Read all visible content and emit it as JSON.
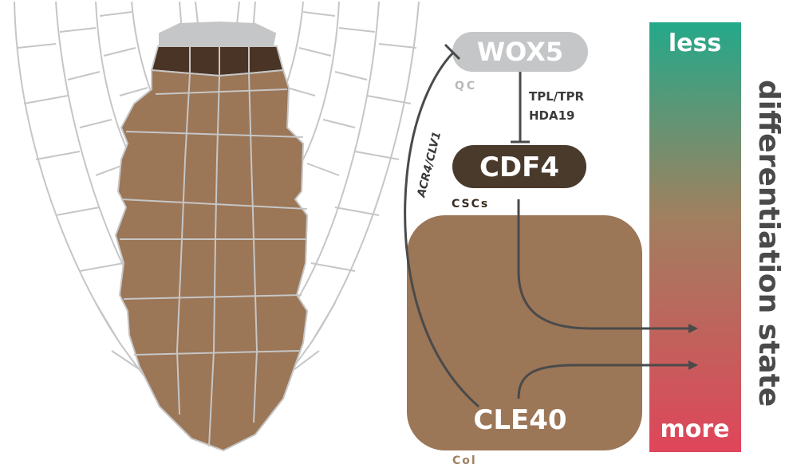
{
  "diagram": {
    "nodes": {
      "wox5": "WOX5",
      "cdf4": "CDF4",
      "cle40": "CLE40"
    },
    "region_labels": {
      "qc": "QC",
      "cscs": "CSCs",
      "col": "Col"
    },
    "edge_labels": {
      "repressor_line1": "TPL/TPR",
      "repressor_line2": "HDA19",
      "receptor": "ACR4/CLV1"
    },
    "gradient": {
      "top_label": "less",
      "bottom_label": "more",
      "axis_title": "differentiation state"
    },
    "colors": {
      "root_outline": "#c6c6c6",
      "qc_cells": "#c4c6c7",
      "csc_cells": "#4a3425",
      "columella": "#9b7657",
      "wox5_pill": "#c4c6c7",
      "cdf4_pill": "#4a3a2c",
      "col_box": "#9b7657",
      "arrow": "#4a4a4a",
      "gradient_top": "#23a98a",
      "gradient_mid": "#a0805f",
      "gradient_bottom": "#e0455a",
      "qc_label": "#b8b8b8",
      "cscs_label": "#3b2b1e",
      "col_label": "#a0805f",
      "axis_title_color": "#4a4a4a"
    }
  }
}
